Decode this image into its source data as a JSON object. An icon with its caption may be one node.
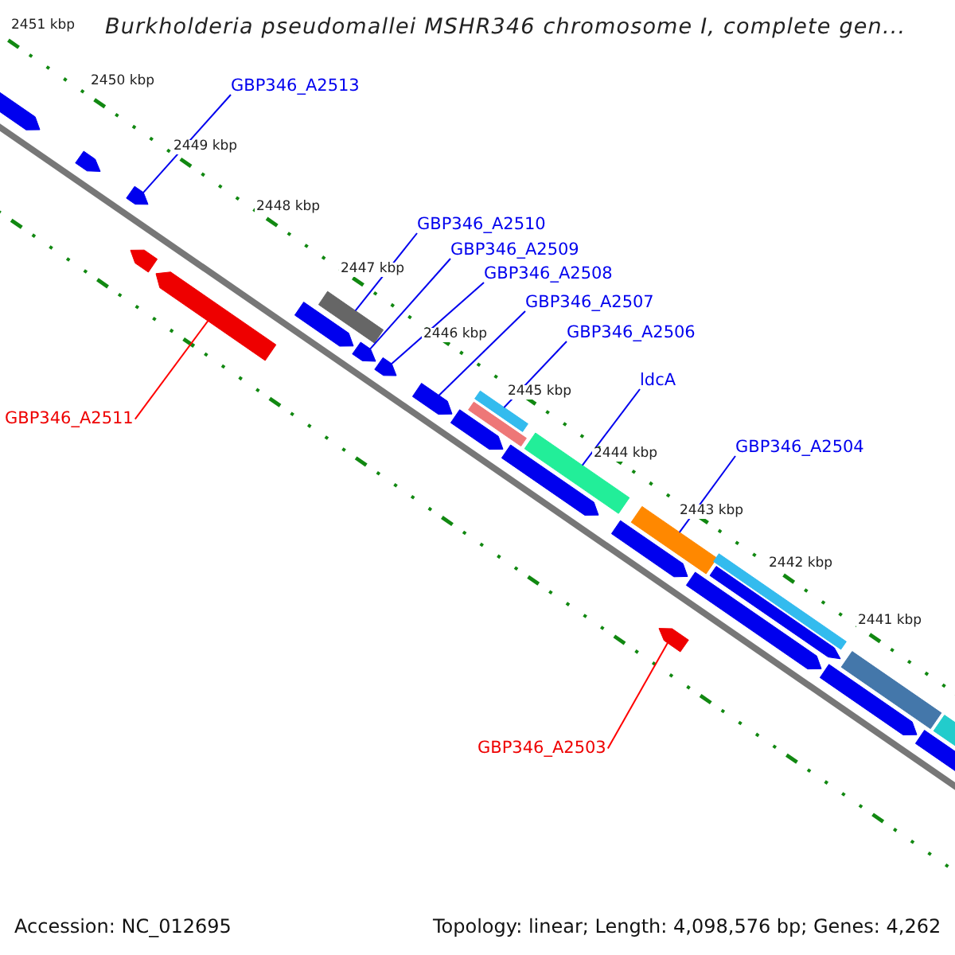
{
  "diagram": {
    "title": "Burkholderia pseudomallei MSHR346 chromosome I, complete gen...",
    "nodes": [
      {
        "text": [
          "GBP346_A2513"
        ]
      },
      {
        "text": [
          "GBP346_A2510"
        ]
      },
      {
        "text": [
          "GBP346_A2509"
        ]
      },
      {
        "text": [
          "GBP346_A2508"
        ]
      },
      {
        "text": [
          "GBP346_A2507"
        ]
      },
      {
        "text": [
          "GBP346_A2506"
        ]
      },
      {
        "text": [
          "ldcA"
        ]
      },
      {
        "text": [
          "GBP346_A2511"
        ]
      },
      {
        "text": [
          "GBP346_A2504"
        ]
      },
      {
        "text": [
          "GBP346_A2503"
        ]
      },
      {
        "text": [],
        "shape": "pentagon"
      },
      {
        "text": [],
        "shape": "pentagon"
      },
      {
        "text": [],
        "shape": "pentagon"
      },
      {
        "text": [],
        "shape": "pentagon"
      },
      {
        "text": [],
        "shape": "pentagon"
      },
      {
        "text": [],
        "shape": "pentagon"
      },
      {
        "text": [],
        "shape": "bar"
      },
      {
        "text": [],
        "shape": "pentagon"
      },
      {
        "text": [],
        "shape": "pentagon"
      },
      {
        "text": [],
        "shape": "pentagon"
      },
      {
        "text": [],
        "shape": "pentagon"
      },
      {
        "text": [],
        "shape": "bar"
      },
      {
        "text": [],
        "shape": "bar"
      },
      {
        "text": [],
        "shape": "pentagon"
      },
      {
        "text": [],
        "shape": "bar"
      },
      {
        "text": [],
        "shape": "pentagon"
      },
      {
        "text": [],
        "shape": "bar"
      },
      {
        "text": [],
        "shape": "pentagon"
      },
      {
        "text": [],
        "shape": "pentagon"
      },
      {
        "text": [],
        "shape": "pentagon"
      },
      {
        "text": [],
        "shape": "bar"
      },
      {
        "text": [],
        "shape": "pentagon"
      },
      {
        "text": [],
        "shape": "bar"
      },
      {
        "text": [],
        "shape": "pentagon"
      },
      {
        "text": [],
        "shape": "bar"
      }
    ],
    "edges": [
      {
        "from": 0,
        "to": 12,
        "arrow": "none"
      },
      {
        "from": 1,
        "to": 16,
        "arrow": "none"
      },
      {
        "from": 2,
        "to": 17,
        "arrow": "none"
      },
      {
        "from": 3,
        "to": 18,
        "arrow": "none"
      },
      {
        "from": 4,
        "to": 19,
        "arrow": "none"
      },
      {
        "from": 5,
        "to": 22,
        "arrow": "none"
      },
      {
        "from": 6,
        "to": 24,
        "arrow": "none"
      },
      {
        "from": 7,
        "to": 14,
        "arrow": "none",
        "color": "#ff0000"
      },
      {
        "from": 8,
        "to": 26,
        "arrow": "none"
      },
      {
        "from": 9,
        "to": 27,
        "arrow": "none",
        "color": "#ff0000"
      }
    ],
    "labels": [
      "2451 kbp",
      "2450 kbp",
      "2449 kbp",
      "2448 kbp",
      "2447 kbp",
      "2446 kbp",
      "2445 kbp",
      "2444 kbp",
      "2443 kbp",
      "2442 kbp",
      "2441 kbp",
      "Accession: NC_012695",
      "Topology: linear; Length: 4,098,576 bp; Genes: 4,262"
    ]
  }
}
